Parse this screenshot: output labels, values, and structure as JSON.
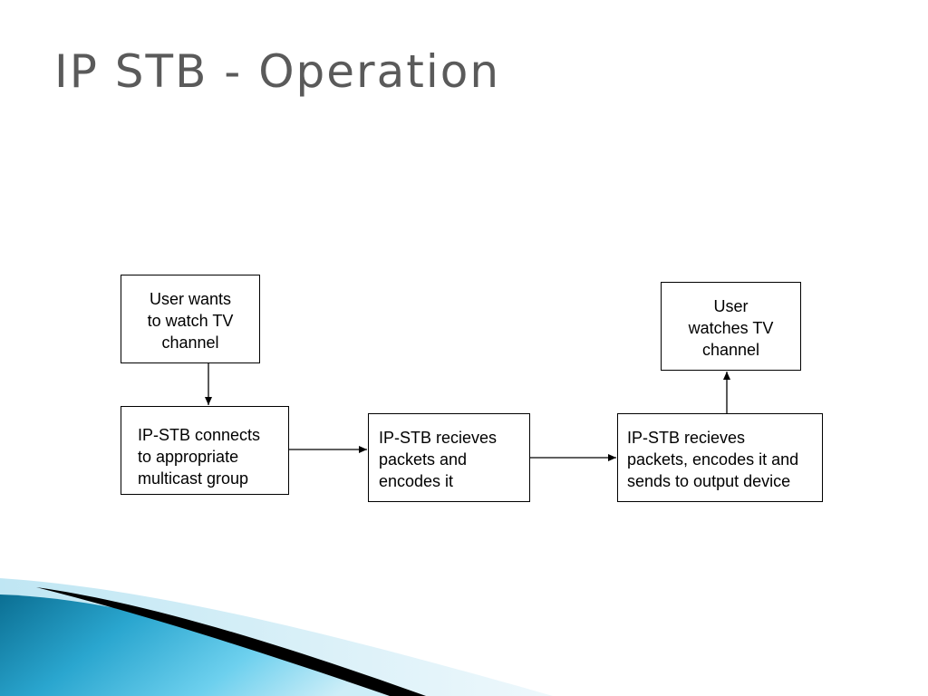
{
  "slide": {
    "title": "IP STB - Operation"
  },
  "diagram": {
    "nodes": {
      "user_wants": "User wants\nto watch TV\nchannel",
      "stb_connects": "IP-STB connects\nto appropriate\nmulticast group",
      "stb_receives_encodes": "IP-STB recieves\npackets and\nencodes it",
      "stb_receives_sends": "IP-STB recieves\npackets, encodes it and\nsends to output device",
      "user_watches": "User\nwatches TV\nchannel"
    },
    "edges": [
      {
        "from": "user_wants",
        "to": "stb_connects"
      },
      {
        "from": "stb_connects",
        "to": "stb_receives_encodes"
      },
      {
        "from": "stb_receives_encodes",
        "to": "stb_receives_sends"
      },
      {
        "from": "stb_receives_sends",
        "to": "user_watches"
      }
    ]
  },
  "theme": {
    "title_color": "#5a5a5a",
    "accent_dark": "#0b6f93",
    "accent_light": "#4fc3e6",
    "stripe": "#000000"
  }
}
